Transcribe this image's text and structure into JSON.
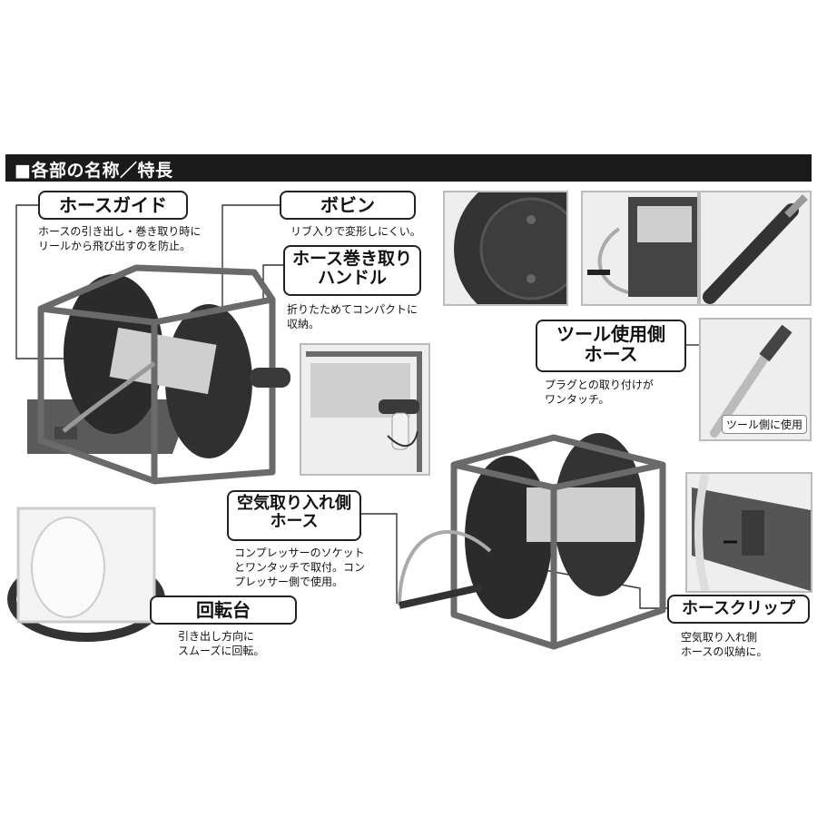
{
  "header": {
    "title": "■各部の名称／特長"
  },
  "callouts": {
    "hose_guide": {
      "label": "ホースガイド",
      "desc": [
        "ホースの引き出し・巻き取り時に",
        "リールから飛び出すのを防止。"
      ]
    },
    "bobbin": {
      "label": "ボビン",
      "desc": [
        "リブ入りで変形しにくい。"
      ]
    },
    "handle": {
      "label": [
        "ホース巻き取り",
        "ハンドル"
      ],
      "desc": [
        "折りたためてコンパクトに",
        "収納。"
      ]
    },
    "tool_hose": {
      "label": [
        "ツール使用側",
        "ホース"
      ],
      "desc": [
        "プラグとの取り付けが",
        "ワンタッチ。"
      ]
    },
    "tool_side_tag": "ツール側に使用",
    "air_intake_hose": {
      "label": [
        "空気取り入れ側",
        "ホース"
      ],
      "desc": [
        "コンプレッサーのソケット",
        "とワンタッチで取付。コン",
        "プレッサー側で使用。"
      ]
    },
    "turntable": {
      "label": "回転台",
      "desc": [
        "引き出し方向に",
        "スムーズに回転。"
      ]
    },
    "hose_clip": {
      "label": "ホースクリップ",
      "desc": [
        "空気取り入れ側",
        "ホースの収納に。"
      ]
    }
  },
  "colors": {
    "frame": "#555555",
    "reel": "#2b2b2b",
    "photo_bg": "#e6e6e6",
    "header_bg": "#1a1a1a"
  }
}
